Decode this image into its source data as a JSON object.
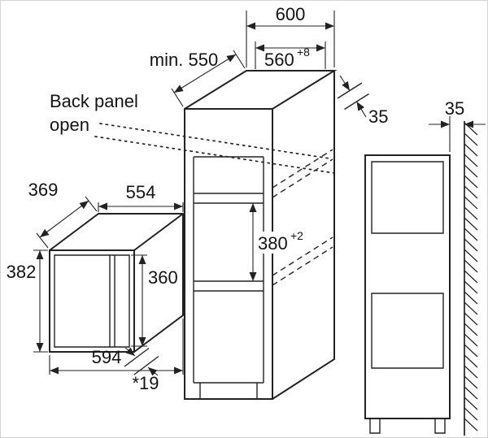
{
  "diagram": {
    "back_panel_note": {
      "line1": "Back panel",
      "line2": "open"
    },
    "cabinet_dims": {
      "overall_width": "600",
      "min_depth": "min. 550",
      "niche_width": "560",
      "niche_width_tol": "+8",
      "rear_gap": "35",
      "niche_height": "380",
      "niche_height_tol": "+2"
    },
    "appliance_dims": {
      "depth": "369",
      "top_width": "554",
      "height": "382",
      "front_height": "360",
      "bottom_width": "594",
      "door_offset": "*19"
    },
    "side_view_dims": {
      "wall_gap": "35"
    }
  }
}
